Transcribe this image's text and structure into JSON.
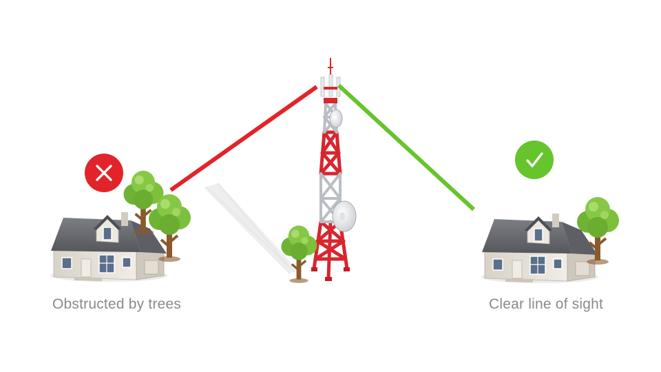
{
  "scenes": [
    {
      "status": "blocked",
      "caption": "Obstructed by trees",
      "indicator_icon": "cross-icon",
      "line_color": "#e2242a"
    },
    {
      "status": "clear",
      "caption": "Clear line of sight",
      "indicator_icon": "check-icon",
      "line_color": "#66c42c"
    }
  ],
  "colors": {
    "blocked": "#e2242a",
    "clear": "#66c42c",
    "caption_text": "#8a8a8a",
    "tower_red": "#d8262f",
    "tower_gray": "#b9bec4",
    "roof": "#6b6d73",
    "wall": "#e7e2d9",
    "foliage": "#7cc03b",
    "trunk": "#8a5a2b"
  }
}
